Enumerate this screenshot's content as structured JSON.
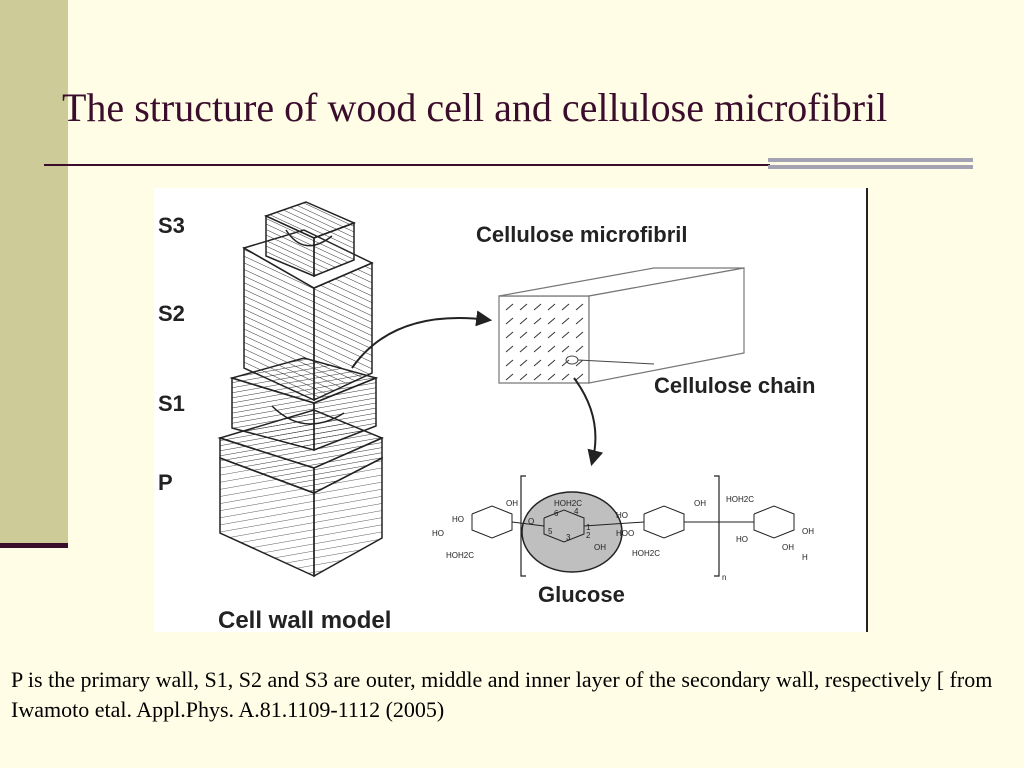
{
  "slide": {
    "title": "The structure of wood cell and cellulose microfibril",
    "caption": "P is the primary wall, S1, S2 and S3 are outer, middle and inner layer of the secondary wall, respectively [ from Iwamoto etal. Appl.Phys. A.81.1109-1112 (2005)"
  },
  "figure": {
    "layer_labels": {
      "s3": "S3",
      "s2": "S2",
      "s1": "S1",
      "p": "P"
    },
    "cell_wall_model": "Cell wall model",
    "cellulose_microfibril": "Cellulose microfibril",
    "cellulose_chain": "Cellulose chain",
    "glucose": "Glucose",
    "repeat_subscript": "n",
    "chem_labels": [
      "HO",
      "HO",
      "HOH2C",
      "OH",
      "O",
      "HOH2C",
      "OH",
      "O",
      "HO",
      "HO",
      "HOH2C",
      "OH",
      "HOH2C",
      "OH",
      "HO",
      "OH",
      "H",
      "6",
      "4",
      "5",
      "3",
      "2",
      "1"
    ]
  },
  "colors": {
    "background": "#fffde6",
    "side_bar": "#cdcc98",
    "title_text": "#3b0d2c",
    "accent_lines": "#a3a3b3"
  }
}
